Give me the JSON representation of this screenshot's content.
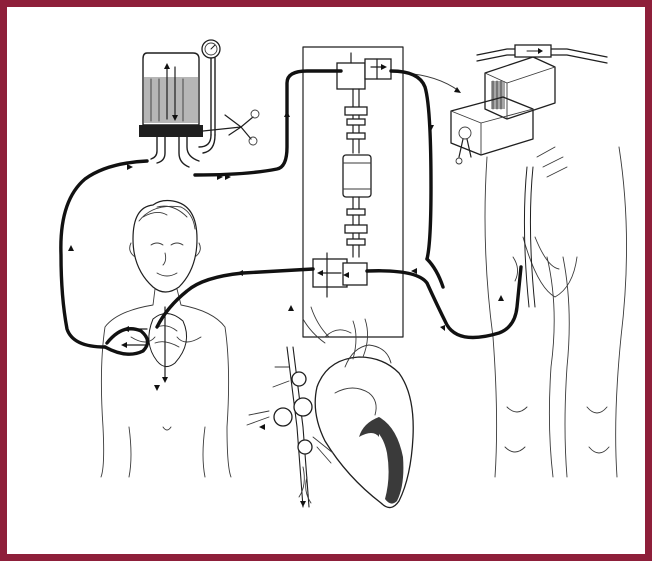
{
  "colors": {
    "frame_border": "#8e1f3a",
    "background": "#ffffff",
    "ink": "#1f1f1f",
    "tubing": "#111111",
    "outer_black": "#000000"
  },
  "icons": {
    "reservoir": "reservoir-bottle-icon",
    "gauge": "pressure-gauge-icon",
    "clamp": "tubing-clamp-icon",
    "cartridge": "dialysis-cartridge-icon",
    "pump": "roller-pump-icon",
    "child": "child-patient-figure",
    "heart": "heart-cutaway-figure",
    "legs": "donor-legs-figure"
  }
}
